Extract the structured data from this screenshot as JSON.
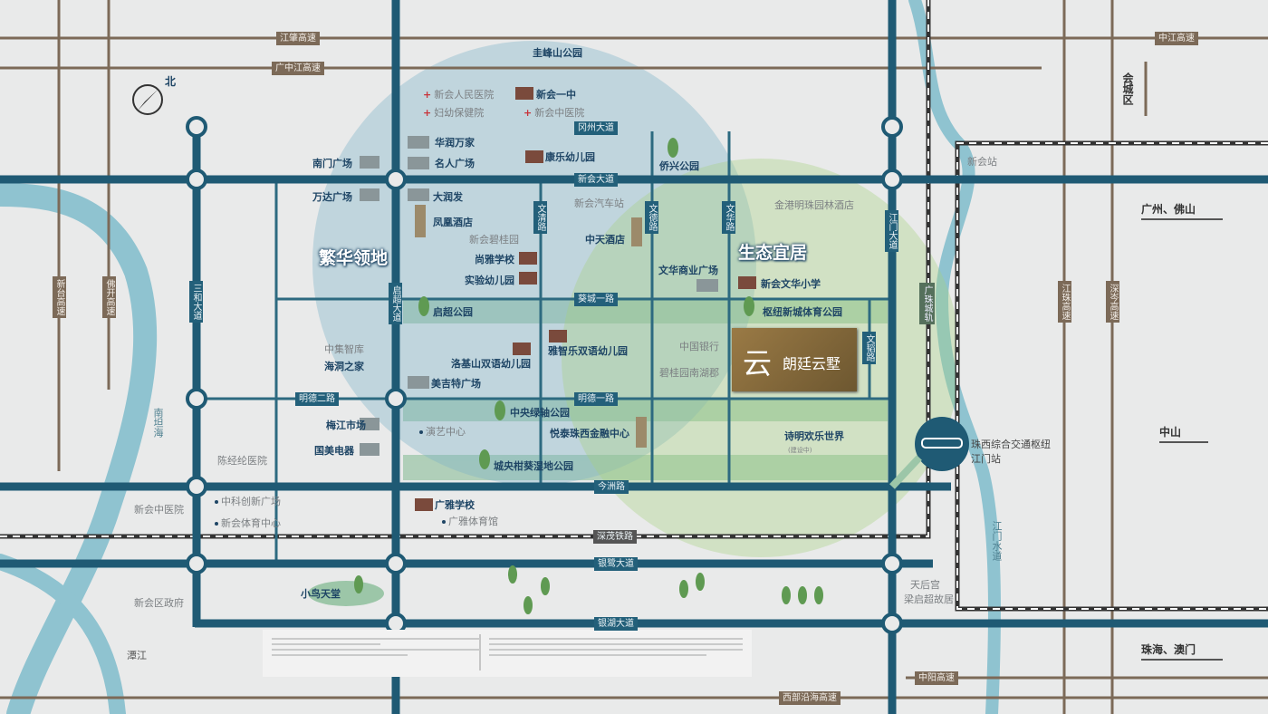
{
  "project": {
    "name": "朗廷云墅",
    "logo_glyph": "云"
  },
  "compass": {
    "label": "北"
  },
  "district": "会城区",
  "areas": [
    "繁华领地",
    "生态宜居"
  ],
  "highways": {
    "jiangzhao": "江肇高速",
    "guangzhongjiang": "广中江高速",
    "zhongjiang": "中江高速",
    "xintai": "新台高速",
    "fokai": "佛开高速",
    "jiangzhu": "江珠高速",
    "shencen": "深岑高速",
    "zhongyang": "中阳高速",
    "xibu": "西部沿海高速"
  },
  "roads": {
    "gangzhou": "冈州大道",
    "xinhui": "新会大道",
    "kuicheng": "葵城一路",
    "mingde1": "明德一路",
    "mingde2": "明德二路",
    "jinzhou": "今洲路",
    "shenmao": "深茂铁路",
    "yinlu": "银鹭大道",
    "yinhu": "银湖大道",
    "wenqing": "文清路",
    "wende": "文德路",
    "wenhua": "文华路",
    "jiangmen": "江门大道",
    "qichao": "启超大道",
    "sanhe": "三和大道",
    "wentao": "文韬路",
    "guangzhu": "广珠城轨"
  },
  "water": {
    "nantan": "南坦海",
    "tanjiang": "潭江",
    "jiangmen_sd": "江门水道"
  },
  "directions": [
    "广州、佛山",
    "中山",
    "珠海、澳门"
  ],
  "pois_bold": [
    "新会一中",
    "华润万家",
    "名人广场",
    "康乐幼儿园",
    "南门广场",
    "万达广场",
    "大润发",
    "凤凰酒店",
    "尚雅学校",
    "实验幼儿园",
    "中天酒店",
    "文华商业广场",
    "新会文华小学",
    "启超公园",
    "枢纽新城体育公园",
    "洛基山双语幼儿园",
    "雅智乐双语幼儿园",
    "美吉特广场",
    "海洞之家",
    "梅江市场",
    "国美电器",
    "中央绿轴公园",
    "悦泰珠西金融中心",
    "城央柑葵湿地公园",
    "广雅学校",
    "诗明欢乐世界",
    "小鸟天堂"
  ],
  "pois_gray": [
    "新会人民医院",
    "妇幼保健院",
    "新会中医院",
    "新会汽车站",
    "新会碧桂园",
    "金港明珠园林酒店",
    "中国银行",
    "碧桂园南湖郡",
    "中集智库",
    "演艺中心",
    "广雅体育馆",
    "陈经纶医院",
    "中科创新广场",
    "新会体育中心",
    "新会中医院",
    "新会区政府",
    "天后宫",
    "梁启超故居",
    "新会站",
    "珠西综合交通枢纽",
    "江门站",
    "圭峰山公园",
    "侨兴公园"
  ],
  "tag_building": "(建设中)",
  "colors": {
    "main_road": "#1f5a74",
    "highway": "#7c6a58",
    "river": "#8fc3d0",
    "green_band": "#9cc6a8",
    "project": "#8a6d3b"
  }
}
